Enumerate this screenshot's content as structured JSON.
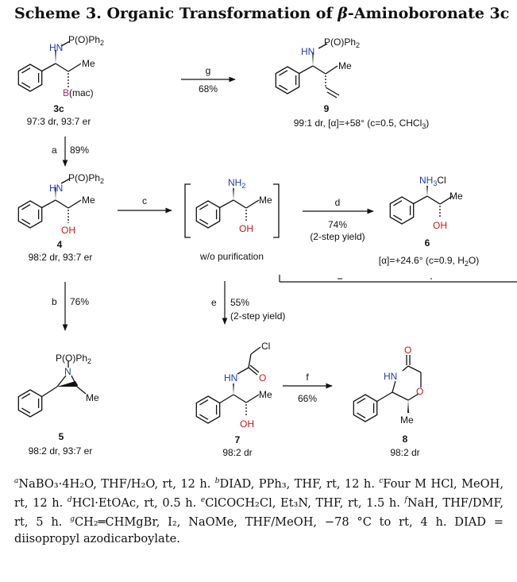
{
  "title": {
    "prefix": "Scheme 3. Organic Transformation of ",
    "beta": "β",
    "suffix": "-Aminoboronate 3c"
  },
  "compounds": {
    "c3c": {
      "label": "3c",
      "stats": "97:3 dr, 93:7 er",
      "hn": "HN",
      "pg": "P(O)Ph",
      "pg_sub": "2",
      "me": "Me",
      "b": "B",
      "mac": "(mac)"
    },
    "c9": {
      "label": "9",
      "stats_a": "99:1 dr, [α]=+58° (c=0.5, CHCl",
      "stats_sub": "3",
      "stats_b": ")",
      "hn": "HN",
      "pg": "P(O)Ph",
      "pg_sub": "2",
      "me": "Me"
    },
    "c4": {
      "label": "4",
      "stats": "98:2 dr, 93:7 er",
      "hn": "HN",
      "pg": "P(O)Ph",
      "pg_sub": "2",
      "me": "Me",
      "oh": "OH"
    },
    "inter": {
      "note": "w/o purification",
      "nh": "NH",
      "nh_sub": "2",
      "me": "Me",
      "oh": "OH"
    },
    "c6": {
      "label": "6",
      "stats_a": "[α]=+24.6° (c=0.9, H",
      "stats_sub": "2",
      "stats_b": "O)",
      "nh": "NH",
      "nh_sub": "3",
      "cl": "Cl",
      "me": "Me",
      "oh": "OH"
    },
    "c5": {
      "label": "5",
      "stats": "98:2 dr, 93:7 er",
      "pg": "P(O)Ph",
      "pg_sub": "2",
      "n": "N",
      "me": "Me"
    },
    "c7": {
      "label": "7",
      "stats": "98:2 dr",
      "cl": "Cl",
      "hn": "HN",
      "o": "O",
      "me": "Me",
      "oh": "OH"
    },
    "c8": {
      "label": "8",
      "stats": "98:2 dr",
      "o_top": "O",
      "hn": "HN",
      "o_ring": "O",
      "me": "Me"
    }
  },
  "arrows": {
    "g": {
      "reagent": "g",
      "yield": "68%"
    },
    "a": {
      "reagent": "a",
      "yield": "89%"
    },
    "c": {
      "reagent": "c"
    },
    "d": {
      "reagent": "d",
      "yield": "74%",
      "note": "(2-step yield)"
    },
    "b": {
      "reagent": "b",
      "yield": "76%"
    },
    "e": {
      "reagent": "e",
      "yield": "55%",
      "note": "(2-step yield)"
    },
    "f": {
      "reagent": "f",
      "yield": "66%"
    }
  },
  "footnotes": [
    {
      "mark": "a",
      "text": "NaBO₃·4H₂O, THF/H₂O, rt, 12 h. "
    },
    {
      "mark": "b",
      "text": "DIAD, PPh₃, THF, rt, 12 h. "
    },
    {
      "mark": "c",
      "text": "Four M HCl, MeOH, rt, 12 h. "
    },
    {
      "mark": "d",
      "text": "HCl·EtOAc, rt, 0.5 h. "
    },
    {
      "mark": "e",
      "text": "ClCOCH₂Cl, Et₃N, THF, rt, 1.5 h. "
    },
    {
      "mark": "f",
      "text": "NaH, THF/DMF, rt, 5 h. "
    },
    {
      "mark": "g",
      "text": "CH₂═CHMgBr, I₂, NaOMe, THF/MeOH, −78 °C to rt, 4 h. DIAD = diisopropyl azodicarboylate."
    }
  ]
}
